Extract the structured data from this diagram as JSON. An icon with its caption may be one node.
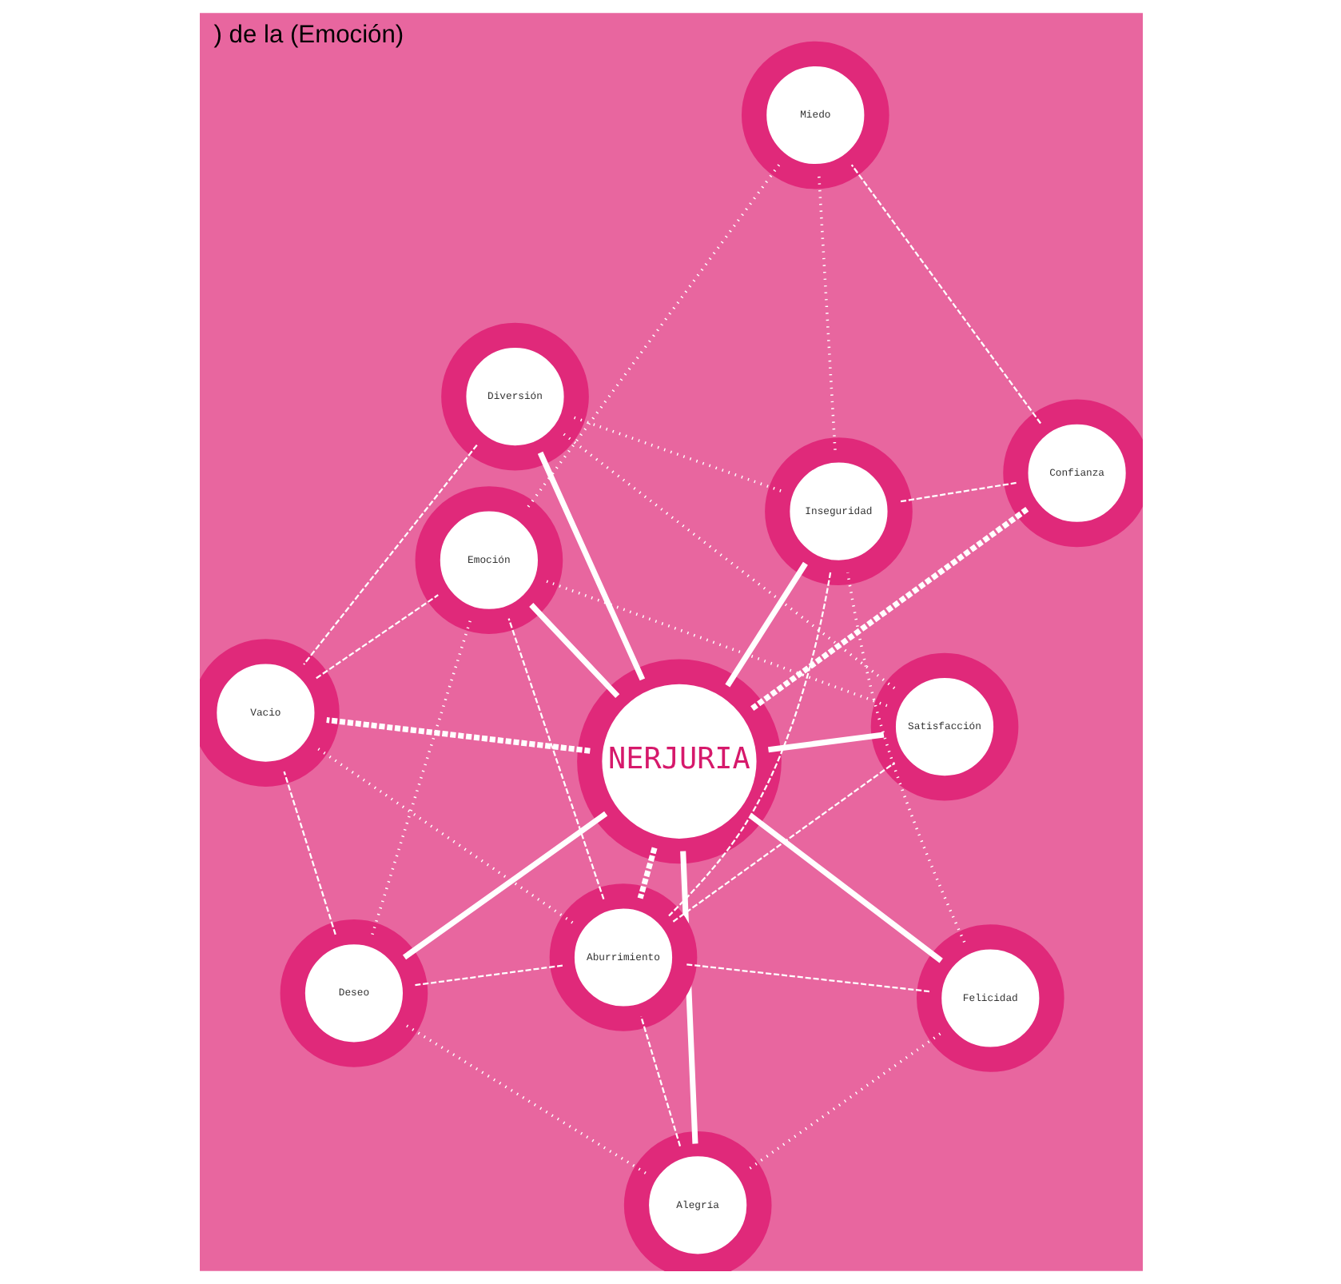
{
  "diagram": {
    "title": ") de la (Emoción)",
    "nodes": [
      {
        "text": [
          "NERJURIA"
        ]
      },
      {
        "text": [
          "Felicidad"
        ]
      },
      {
        "text": [
          "Inseguridad"
        ]
      },
      {
        "text": [
          "Diversión"
        ]
      },
      {
        "text": [
          "Confianza"
        ]
      },
      {
        "text": [
          "Miedo"
        ]
      },
      {
        "text": [
          "Alegría"
        ]
      },
      {
        "text": [
          "Satisfacción"
        ]
      },
      {
        "text": [
          "Aburrimiento"
        ]
      },
      {
        "text": [
          "Deseo"
        ]
      },
      {
        "text": [
          "Emoción"
        ]
      },
      {
        "text": [
          "Vacio"
        ]
      }
    ],
    "edges": [
      {
        "from": 0,
        "to": 1,
        "arrow": "none",
        "style": "thick"
      },
      {
        "from": 0,
        "to": 2,
        "arrow": "none",
        "style": "thick"
      },
      {
        "from": 0,
        "to": 3,
        "arrow": "none",
        "style": "thick"
      },
      {
        "from": 0,
        "to": 6,
        "arrow": "none",
        "style": "thick"
      },
      {
        "from": 0,
        "to": 7,
        "arrow": "none",
        "style": "thick"
      },
      {
        "from": 0,
        "to": 10,
        "arrow": "none",
        "style": "thick"
      },
      {
        "from": 0,
        "to": 9,
        "arrow": "none",
        "style": "thick"
      },
      {
        "from": 0,
        "to": 4,
        "arrow": "none",
        "style": "dashed"
      },
      {
        "from": 0,
        "to": 8,
        "arrow": "none",
        "style": "dashed"
      },
      {
        "from": 0,
        "to": 11,
        "arrow": "none",
        "style": "dashed"
      },
      {
        "from": 4,
        "to": 5,
        "arrow": "none",
        "style": "dashed"
      },
      {
        "from": 4,
        "to": 2,
        "arrow": "none",
        "style": "dashed"
      },
      {
        "from": 1,
        "to": 8,
        "arrow": "none",
        "style": "dashed"
      },
      {
        "from": 2,
        "to": 8,
        "arrow": "none",
        "style": "dashed"
      },
      {
        "from": 3,
        "to": 11,
        "arrow": "none",
        "style": "dashed"
      },
      {
        "from": 6,
        "to": 8,
        "arrow": "none",
        "style": "dashed"
      },
      {
        "from": 8,
        "to": 9,
        "arrow": "none",
        "style": "dashed"
      },
      {
        "from": 8,
        "to": 10,
        "arrow": "none",
        "style": "dashed"
      },
      {
        "from": 8,
        "to": 7,
        "arrow": "none",
        "style": "dashed"
      },
      {
        "from": 9,
        "to": 11,
        "arrow": "none",
        "style": "dashed"
      },
      {
        "from": 11,
        "to": 10,
        "arrow": "none",
        "style": "dashed"
      },
      {
        "from": 1,
        "to": 2,
        "arrow": "none",
        "style": "dashed"
      },
      {
        "from": 2,
        "to": 3,
        "arrow": "none",
        "style": "dashed"
      },
      {
        "from": 2,
        "to": 5,
        "arrow": "none",
        "style": "dashed"
      },
      {
        "from": 3,
        "to": 7,
        "arrow": "none",
        "style": "dashed"
      },
      {
        "from": 5,
        "to": 10,
        "arrow": "none",
        "style": "dashed"
      },
      {
        "from": 7,
        "to": 10,
        "arrow": "none",
        "style": "dashed"
      },
      {
        "from": 1,
        "to": 6,
        "arrow": "none",
        "style": "dashed"
      },
      {
        "from": 6,
        "to": 9,
        "arrow": "none",
        "style": "dashed"
      },
      {
        "from": 8,
        "to": 11,
        "arrow": "none",
        "style": "dashed"
      },
      {
        "from": 9,
        "to": 10,
        "arrow": "none",
        "style": "dashed"
      }
    ]
  }
}
